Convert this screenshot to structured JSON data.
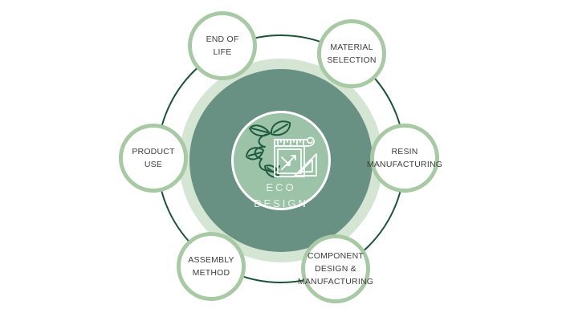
{
  "diagram": {
    "title": "Eco design lifecycle diagram",
    "center": {
      "label": "ECO\nDESIGN",
      "icon": "leaves-and-blueprint"
    },
    "nodes": [
      {
        "id": "end-of-life",
        "label": "END OF\nLIFE"
      },
      {
        "id": "material-selection",
        "label": "MATERIAL\nSELECTION"
      },
      {
        "id": "resin-manufacturing",
        "label": "RESIN\nMANUFACTURING"
      },
      {
        "id": "component-design-manufacturing",
        "label": "COMPONENT\nDESIGN &\nMANUFACTURING"
      },
      {
        "id": "assembly-method",
        "label": "ASSEMBLY\nMETHOD"
      },
      {
        "id": "product-use",
        "label": "PRODUCT\nUSE"
      }
    ],
    "colors": {
      "background": "#ffffff",
      "halo": "#d4e5d4",
      "core": "#689183",
      "inner_circle": "#9cc3a7",
      "inner_border": "#ffffff",
      "node_fill": "#ffffff",
      "node_border": "#a7c9a3",
      "orbit_ring": "#1a5335",
      "leaf_icon_stroke": "#1e5c40",
      "blueprint_icon_stroke": "#ffffff",
      "node_text": "#3d3d3d",
      "center_text": "#ffffff"
    }
  }
}
